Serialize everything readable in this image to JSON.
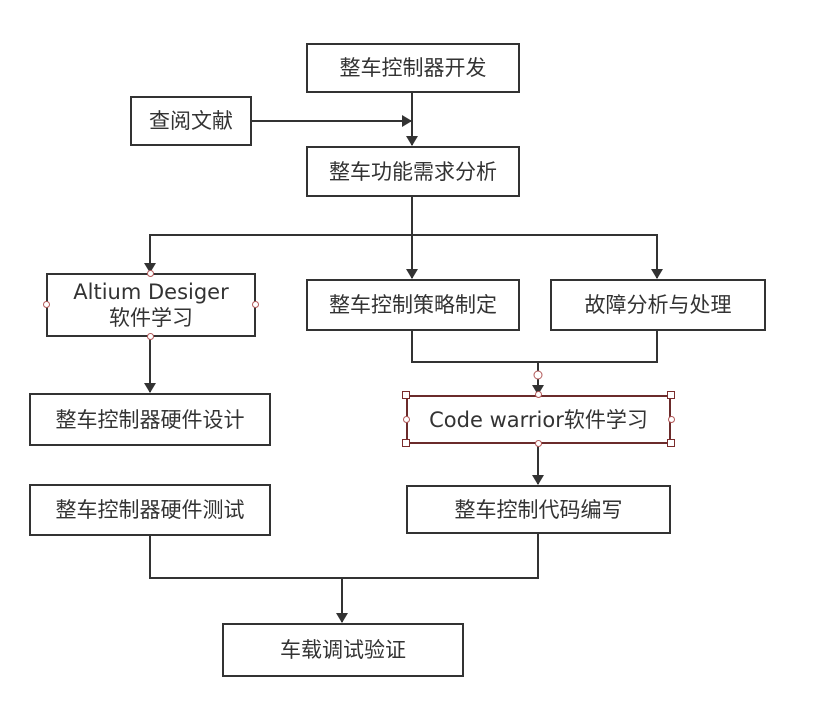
{
  "diagram": {
    "type": "flowchart",
    "nodes": {
      "vcu_dev": "整车控制器开发",
      "literature": "查阅文献",
      "requirements": "整车功能需求分析",
      "altium": "Altium Desiger\n软件学习",
      "strategy": "整车控制策略制定",
      "fault": "故障分析与处理",
      "hw_design": "整车控制器硬件设计",
      "codewarrior": "Code warrior软件学习",
      "hw_test": "整车控制器硬件测试",
      "coding": "整车控制代码编写",
      "vehicle_test": "车载调试验证"
    },
    "altium_line1": "Altium Desiger",
    "altium_line2": "软件学习",
    "edges": [
      [
        "vcu_dev",
        "requirements"
      ],
      [
        "literature",
        "requirements"
      ],
      [
        "requirements",
        "altium"
      ],
      [
        "requirements",
        "strategy"
      ],
      [
        "requirements",
        "fault"
      ],
      [
        "altium",
        "hw_design"
      ],
      [
        "strategy",
        "codewarrior"
      ],
      [
        "fault",
        "codewarrior"
      ],
      [
        "codewarrior",
        "coding"
      ],
      [
        "hw_test",
        "vehicle_test"
      ],
      [
        "coding",
        "vehicle_test"
      ]
    ],
    "selected_node": "codewarrior",
    "colors": {
      "stroke": "#333333",
      "selection": "#6b2b2b",
      "handle": "#b35a5a"
    }
  }
}
